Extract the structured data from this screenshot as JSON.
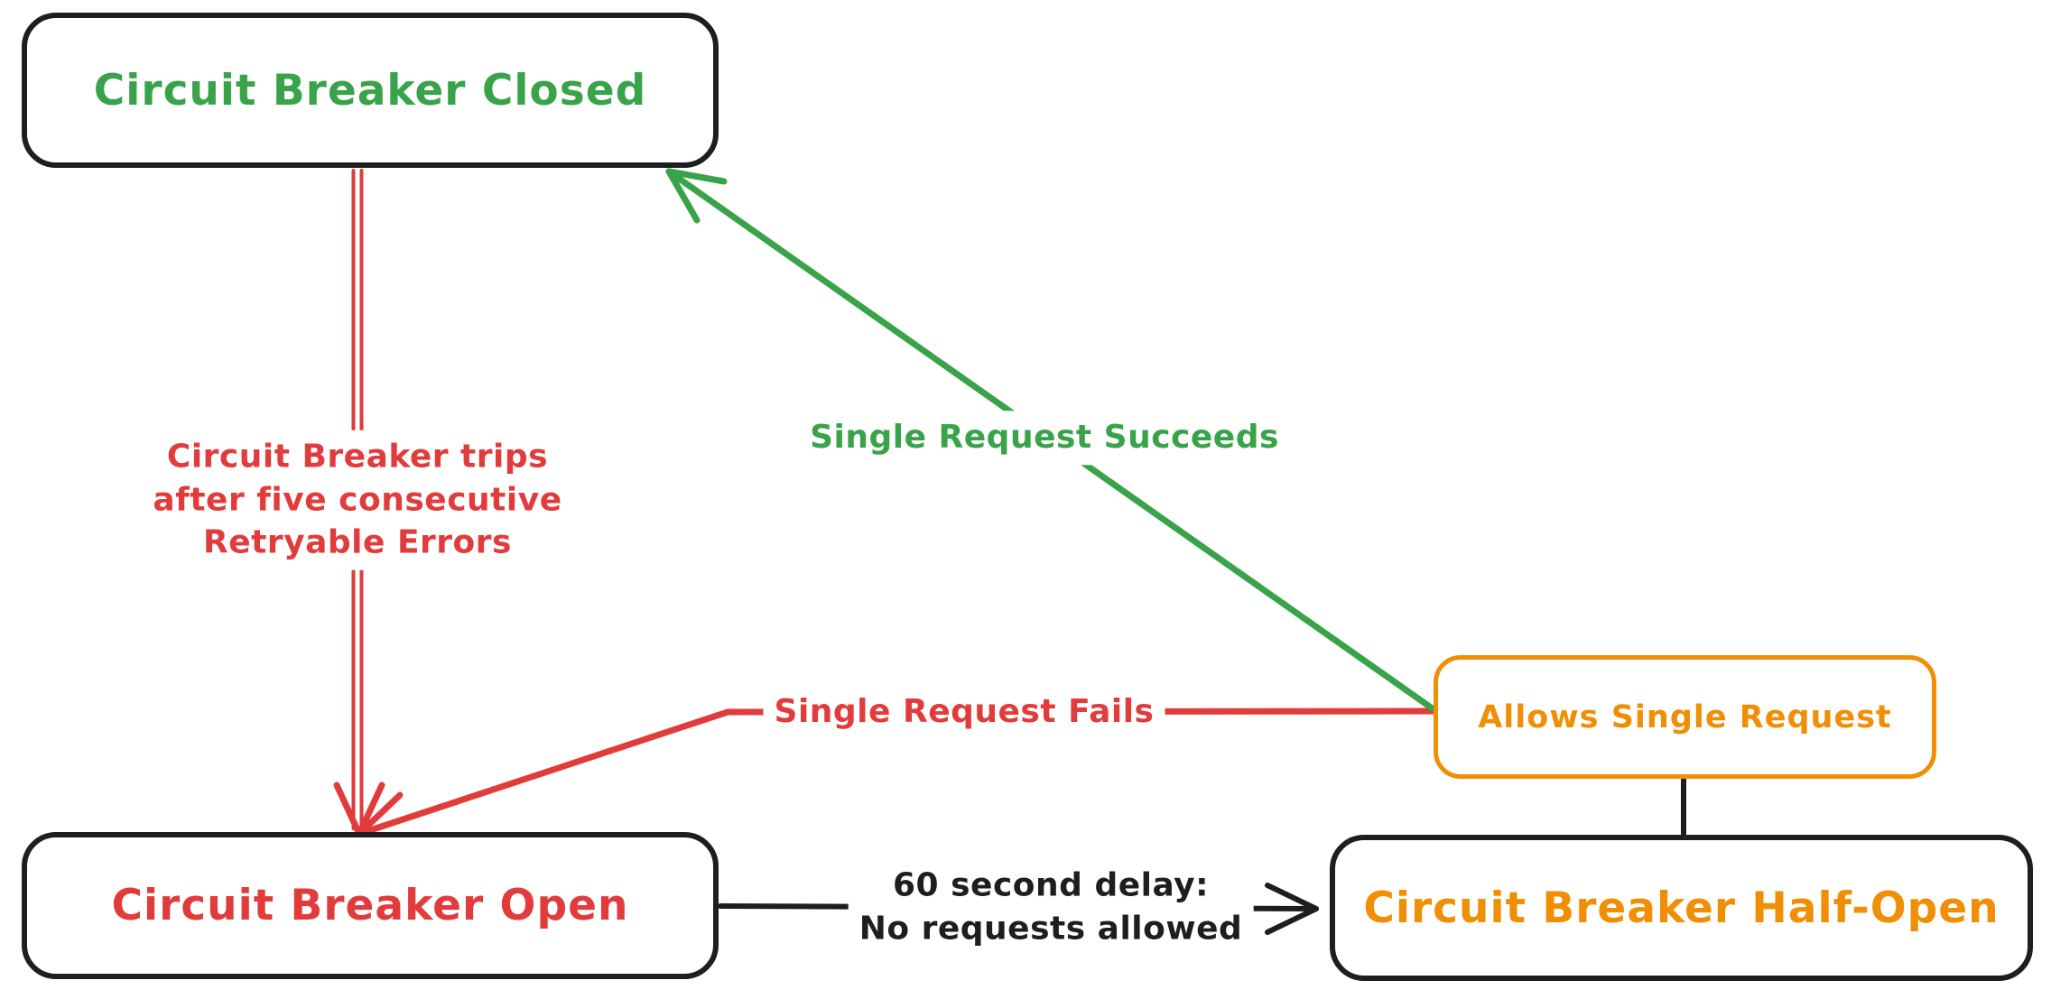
{
  "colors": {
    "green": "#38a349",
    "red": "#e23b3b",
    "orange": "#f08f06",
    "black": "#1e1e1e",
    "background": "#ffffff"
  },
  "nodes": {
    "closed": {
      "label": "Circuit Breaker Closed",
      "text_color": "green",
      "border_color": "black"
    },
    "open": {
      "label": "Circuit Breaker Open",
      "text_color": "red",
      "border_color": "black"
    },
    "half_open": {
      "label": "Circuit Breaker Half-Open",
      "text_color": "orange",
      "border_color": "black"
    },
    "allows": {
      "label": "Allows Single Request",
      "text_color": "orange",
      "border_color": "orange"
    }
  },
  "edges": {
    "trips": {
      "from": "closed",
      "to": "open",
      "color": "red",
      "lines": [
        "Circuit Breaker trips",
        "after five consecutive",
        "Retryable Errors"
      ]
    },
    "succeeds": {
      "from": "allows",
      "to": "closed",
      "color": "green",
      "label": "Single Request Succeeds"
    },
    "fails": {
      "from": "allows",
      "to": "open",
      "color": "red",
      "label": "Single Request Fails"
    },
    "delay": {
      "from": "open",
      "to": "half_open",
      "color": "black",
      "lines": [
        "60 second delay:",
        "No requests allowed"
      ]
    },
    "probe": {
      "from": "allows",
      "to": "half_open",
      "color": "black"
    }
  }
}
